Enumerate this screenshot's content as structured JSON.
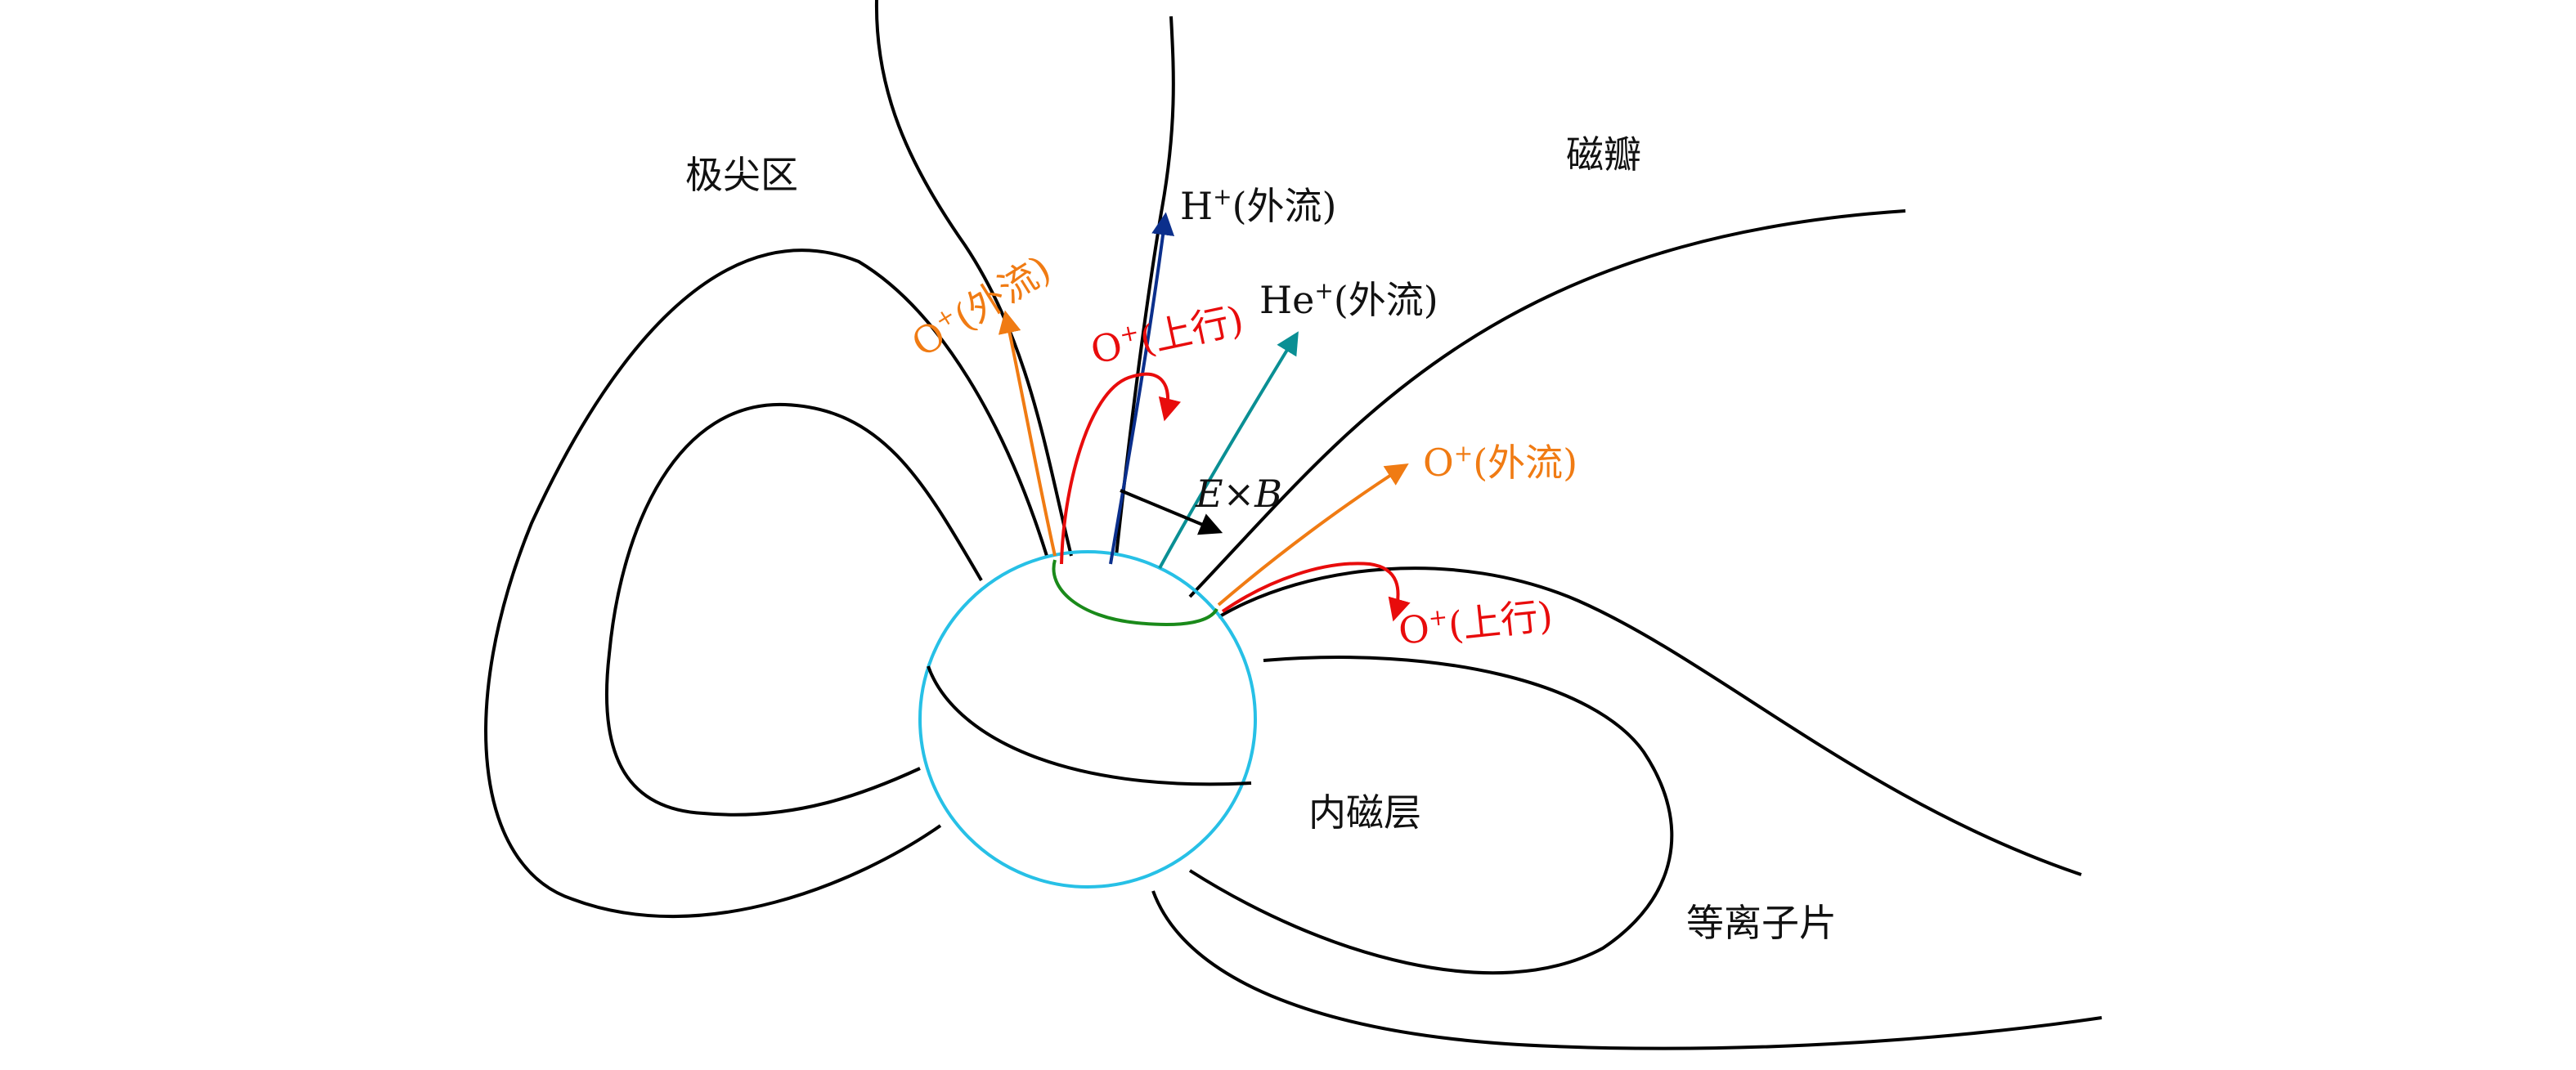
{
  "labels": {
    "cusp": "极尖区",
    "magnetopause": "磁瓣",
    "inner_magnetosphere": "内磁层",
    "plasma_sheet": "等离子片",
    "h_outflow_ion": "H",
    "h_outflow_text": "(外流)",
    "he_outflow_ion": "He",
    "he_outflow_text": "(外流)",
    "o_outflow_left_ion": "O",
    "o_outflow_left_text": "(外流)",
    "o_upward_top_ion": "O",
    "o_upward_top_text": "(上行)",
    "o_outflow_right_ion": "O",
    "o_outflow_right_text": "(外流)",
    "o_upward_right_ion": "O",
    "o_upward_right_text": "(上行)",
    "ion_charge": "+",
    "exb_e": "E",
    "exb_times": "×",
    "exb_b": "B"
  },
  "colors": {
    "field_lines": "#000000",
    "earth": "#27c0e6",
    "auroral_oval": "#1a8a1a",
    "h_ion": "#0b2f8c",
    "he_ion": "#0a8f94",
    "o_outflow": "#f07b13",
    "o_upward": "#e80c0c",
    "exb_arrow": "#000000"
  }
}
